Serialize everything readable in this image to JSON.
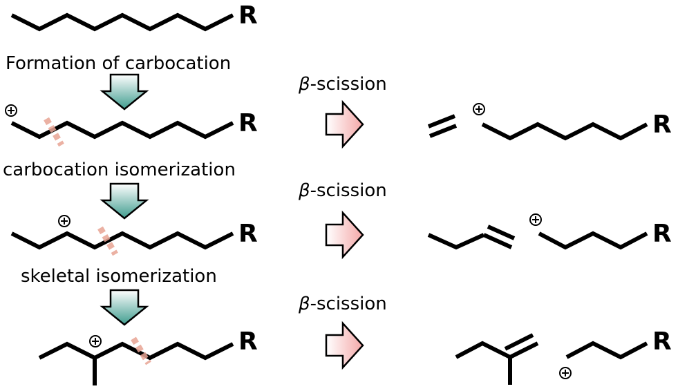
{
  "r_label": "R",
  "steps": {
    "formation": "Formation of carbocation",
    "carbocation_isomerization": "carbocation isomerization",
    "skeletal_isomerization": "skeletal isomerization"
  },
  "scission": {
    "beta_symbol": "β",
    "suffix": "-scission"
  },
  "colors": {
    "bond": "#000000",
    "down_arrow_top": "#ffffff",
    "down_arrow_bottom": "#3f9c8e",
    "right_arrow_top": "#ffffff",
    "right_arrow_bottom": "#f4a8a8",
    "cleavage_mark": "#e8a494"
  }
}
